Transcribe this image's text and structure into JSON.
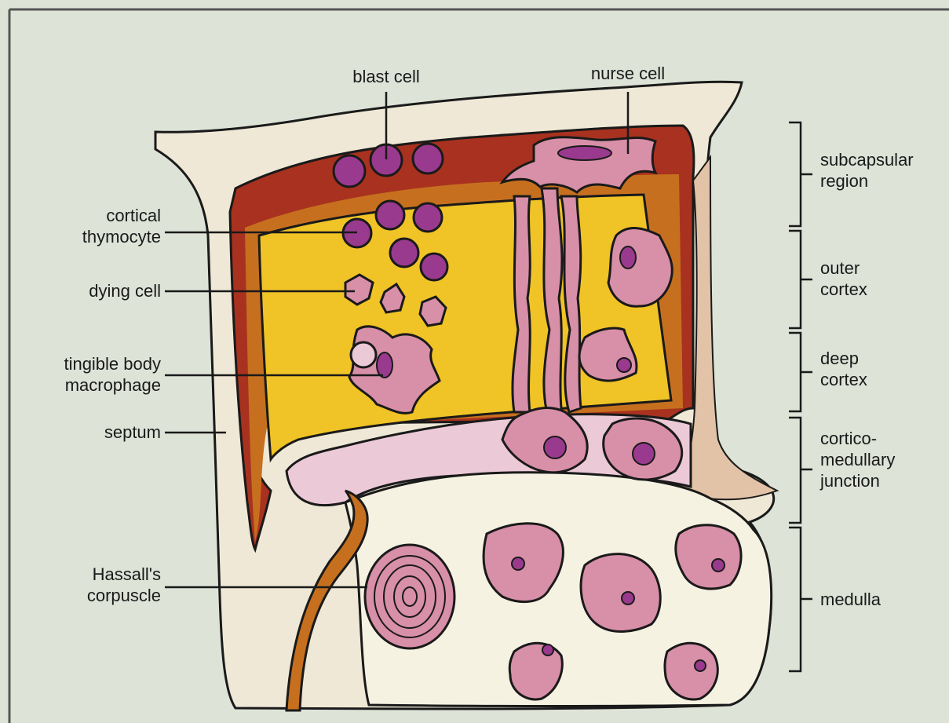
{
  "labels": {
    "blast_cell": "blast cell",
    "nurse_cell": "nurse cell",
    "cortical_thymocyte": "cortical\nthymocyte",
    "dying_cell": "dying cell",
    "tingible_body_macrophage": "tingible body\nmacrophage",
    "septum": "septum",
    "hassalls_corpuscle": "Hassall's\ncorpuscle"
  },
  "regions": {
    "subcapsular": "subcapsular\nregion",
    "outer_cortex": "outer\ncortex",
    "deep_cortex": "deep\ncortex",
    "corticomedullary": "cortico-\nmedullary\njunction",
    "medulla": "medulla"
  },
  "colors": {
    "background": "#dde3d7",
    "capsule": "#efe8d6",
    "subcapsular": "#a8321f",
    "outer_cortex": "#c6701f",
    "deep_cortex": "#f0c326",
    "junction": "#ecc9d6",
    "medulla": "#f6f2e2",
    "cell_pink": "#d88fa8",
    "thymocyte_purple": "#9a3a8e",
    "nucleus": "#a5308f"
  }
}
